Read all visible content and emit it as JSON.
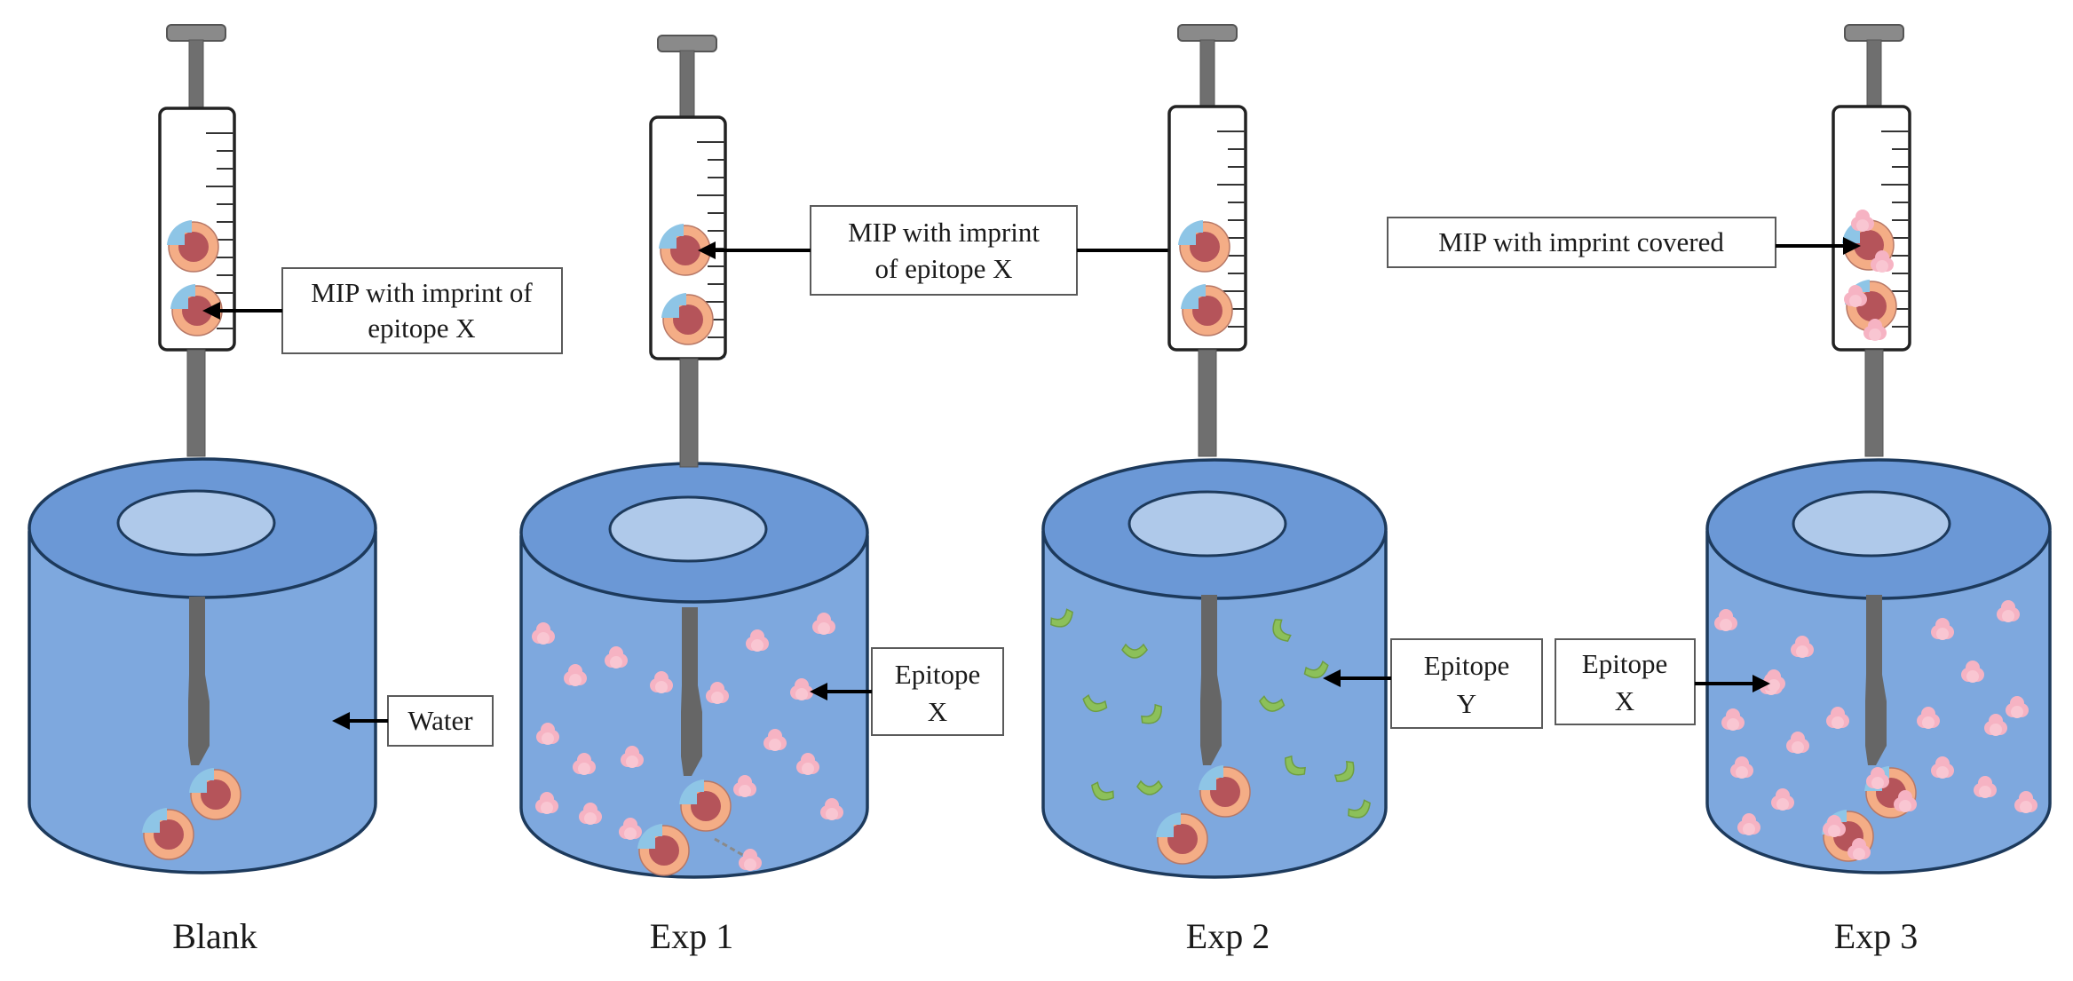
{
  "colors": {
    "liquid": "#7ea7dd",
    "cylinder_top": "#6b98d6",
    "cylinder_body": "#7ea8de",
    "inner_disk": "#afc9ea",
    "mip_ring": "#f4ad86",
    "mip_core": "#b5545a",
    "template_notch": "#8ec5e6",
    "epitope_x": "#f6b3c3",
    "epitope_y": "#8cc05a",
    "rod": "#6f6f6f"
  },
  "panels": [
    {
      "id": "blank",
      "caption": "Blank",
      "labels": [
        {
          "lines": [
            "MIP with imprint of",
            "epitope X"
          ]
        },
        {
          "lines": [
            "Water"
          ]
        }
      ]
    },
    {
      "id": "exp1",
      "caption": "Exp 1",
      "labels": [
        {
          "lines": [
            "MIP with imprint",
            "of epitope X"
          ]
        },
        {
          "lines": [
            "Epitope",
            "X"
          ]
        }
      ]
    },
    {
      "id": "exp2",
      "caption": "Exp 2",
      "labels": [
        {
          "lines": [
            "Epitope",
            "Y"
          ]
        }
      ]
    },
    {
      "id": "exp3",
      "caption": "Exp 3",
      "labels": [
        {
          "lines": [
            "MIP with imprint covered"
          ]
        },
        {
          "lines": [
            "Epitope",
            "X"
          ]
        }
      ]
    }
  ]
}
